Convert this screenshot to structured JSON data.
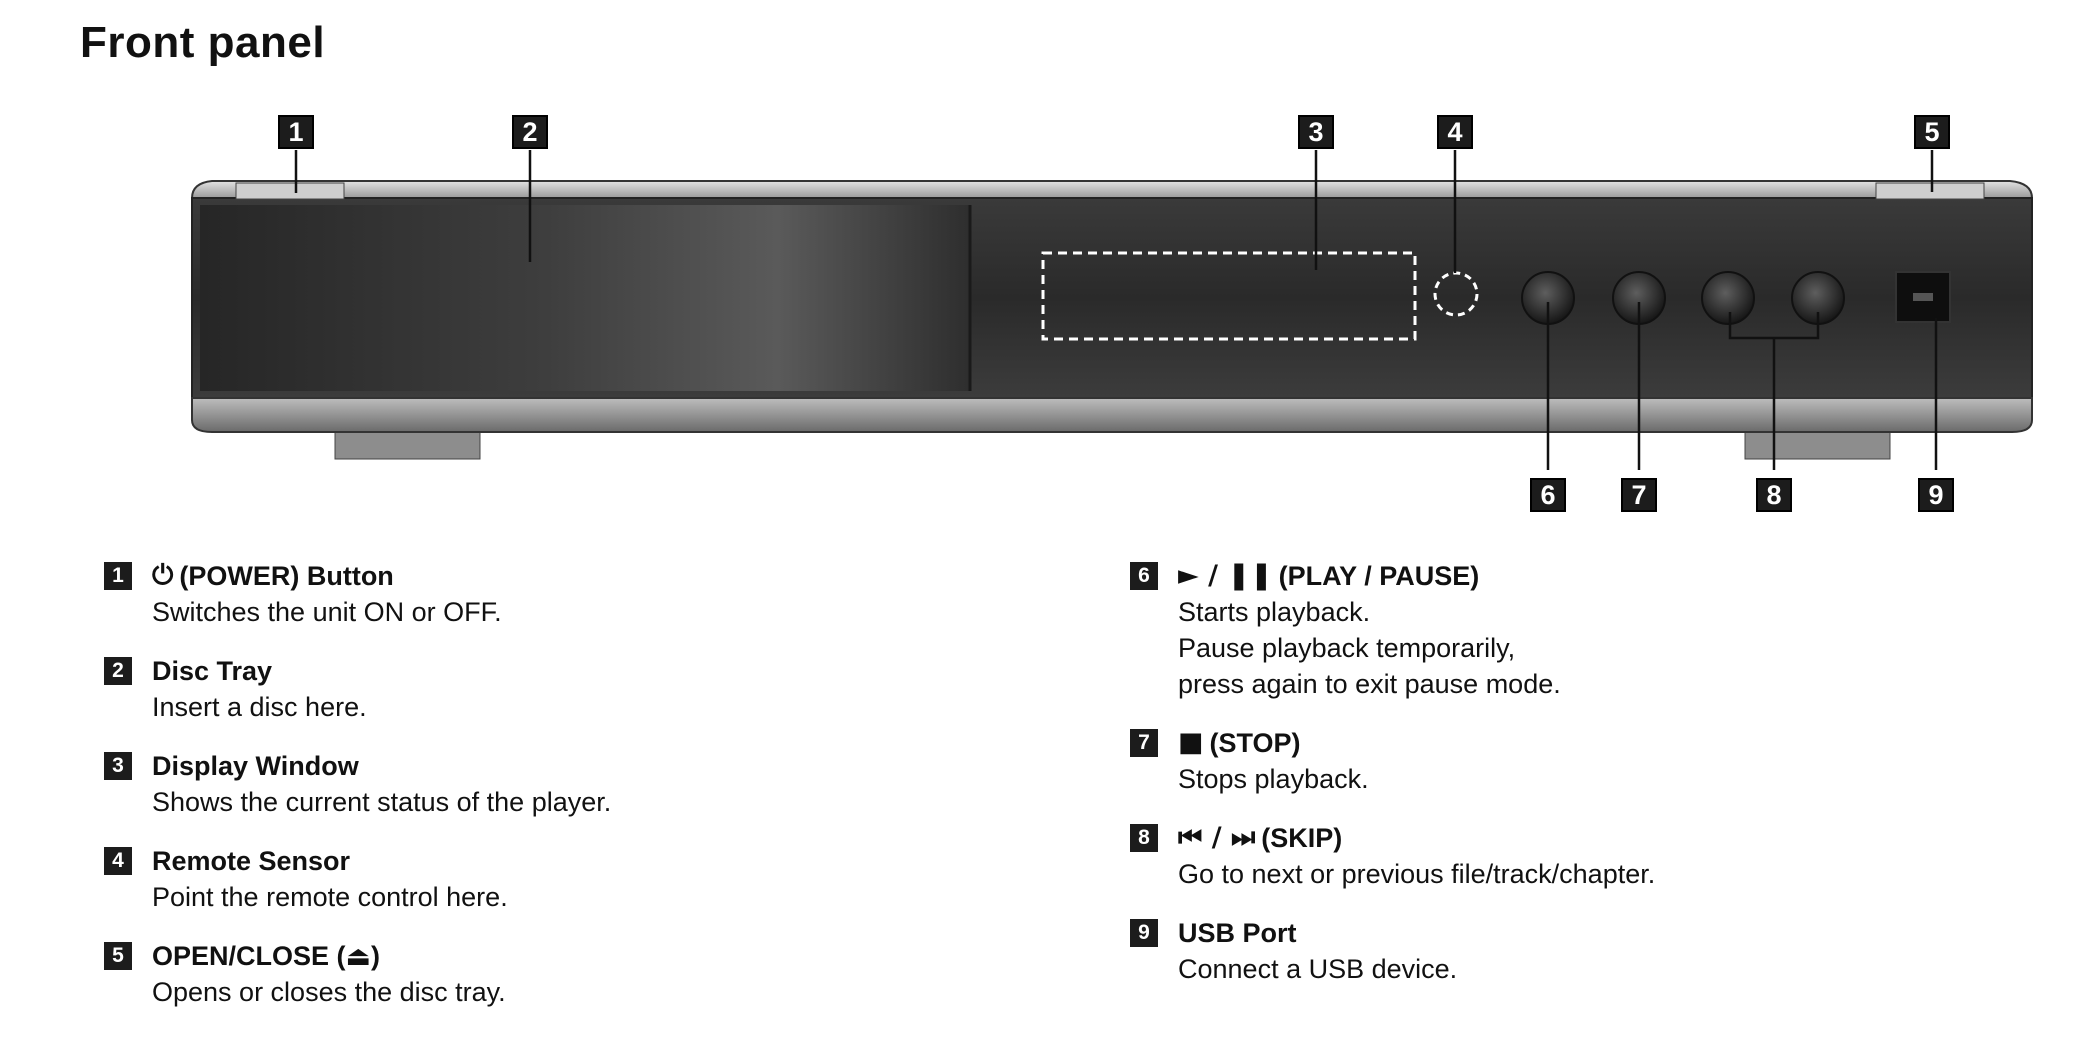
{
  "title": "Front panel",
  "callouts": [
    "1",
    "2",
    "3",
    "4",
    "5",
    "6",
    "7",
    "8",
    "9"
  ],
  "items_left": [
    {
      "num": "1",
      "symbol": "⏻",
      "name": "(POWER) Button",
      "desc": [
        "Switches the unit ON or OFF."
      ]
    },
    {
      "num": "2",
      "symbol": "",
      "name": "Disc Tray",
      "desc": [
        "Insert a disc here."
      ]
    },
    {
      "num": "3",
      "symbol": "",
      "name": "Display Window",
      "desc": [
        "Shows the current status of the player."
      ]
    },
    {
      "num": "4",
      "symbol": "",
      "name": "Remote Sensor",
      "desc": [
        "Point the remote control here."
      ]
    },
    {
      "num": "5",
      "symbol": "",
      "name": "OPEN/CLOSE (⏏)",
      "desc": [
        "Opens or closes the disc tray."
      ]
    }
  ],
  "items_right": [
    {
      "num": "6",
      "symbol": "► / ❚❚",
      "name": "(PLAY / PAUSE)",
      "desc": [
        "Starts playback.",
        "Pause playback temporarily,",
        "press again to exit pause mode."
      ]
    },
    {
      "num": "7",
      "symbol": "■",
      "name": "(STOP)",
      "desc": [
        "Stops playback."
      ]
    },
    {
      "num": "8",
      "symbol": "⏮ / ⏭",
      "name": "(SKIP)",
      "desc": [
        "Go to next or previous file/track/chapter."
      ]
    },
    {
      "num": "9",
      "symbol": "",
      "name": "USB Port",
      "desc": [
        "Connect a USB device."
      ]
    }
  ]
}
